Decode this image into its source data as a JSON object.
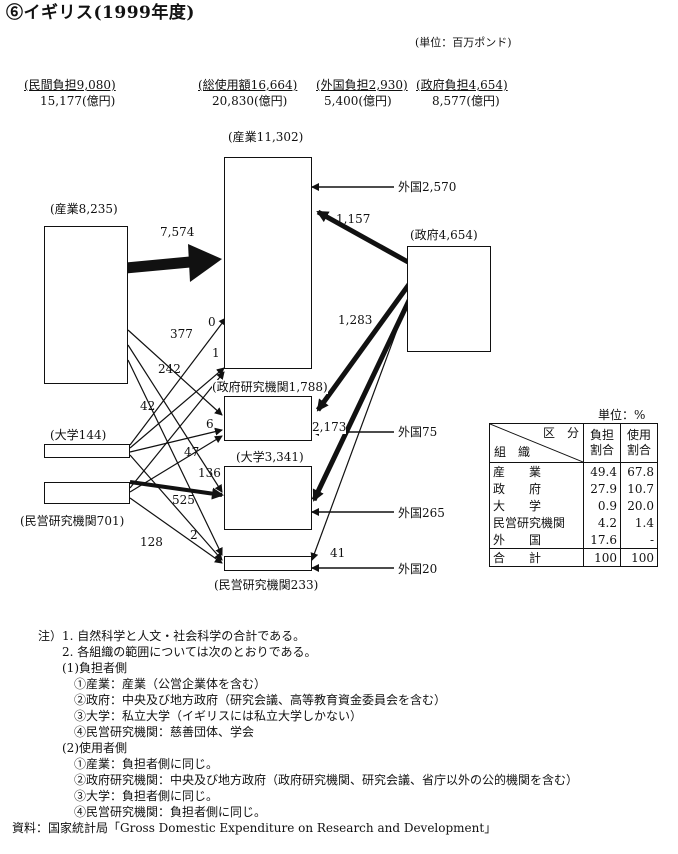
{
  "title": "⑥イギリス(1999年度)",
  "unit_top": "(単位：百万ポンド)",
  "header": {
    "private_label": "(民間負担9,080)",
    "private_yen": "15,177(億円)",
    "total_label": "(総使用額16,664)",
    "total_yen": "20,830(億円)",
    "foreign_label": "(外国負担2,930)",
    "foreign_yen": "5,400(億円)",
    "gov_label": "(政府負担4,654)",
    "gov_yen": "8,577(億円)"
  },
  "nodes": {
    "industry_src": "(産業8,235)",
    "university_src": "(大学144)",
    "private_src": "(民営研究機関701)",
    "government_src": "(政府4,654)",
    "industry_use": "(産業11,302)",
    "gov_research_use": "(政府研究機関1,788)",
    "university_use": "(大学3,341)",
    "private_use": "(民営研究機関233)"
  },
  "foreign": {
    "to_industry": "外国2,570",
    "to_gov_research": "外国75",
    "to_university": "外国265",
    "to_private": "外国20"
  },
  "flows": {
    "ind_to_ind": "7,574",
    "gov_to_ind": "1,157",
    "gov_to_univ": "1,283",
    "gov_to_govres": "2,173",
    "gov_to_priv": "41",
    "ind_to_govres": "377",
    "ind_to_univ": "242",
    "ind_to_priv": "42",
    "univ_to_ind": "0",
    "univ_to_govres": "1",
    "univ_to_univ": "6",
    "univ_to_priv": "47",
    "priv_to_ind": "136",
    "priv_to_govres": "525",
    "priv_to_univ": "2",
    "priv_to_priv": "128"
  },
  "share_table": {
    "unit": "単位：%",
    "header_kubun": "区　分",
    "header_soshiki": "組　織",
    "col1": "負担\n割合",
    "col2": "使用\n割合",
    "rows": [
      {
        "label": "産　　業",
        "burden": "49.4",
        "use": "67.8"
      },
      {
        "label": "政　　府",
        "burden": "27.9",
        "use": "10.7"
      },
      {
        "label": "大　　学",
        "burden": "0.9",
        "use": "20.0"
      },
      {
        "label": "民営研究機関",
        "burden": "4.2",
        "use": "1.4"
      },
      {
        "label": "外　　国",
        "burden": "17.6",
        "use": "-"
      }
    ],
    "total": {
      "label": "合　　計",
      "burden": "100",
      "use": "100"
    }
  },
  "notes": [
    "注）1. 自然科学と人文・社会科学の合計である。",
    "　　2. 各組織の範囲については次のとおりである。",
    "　　(1)負担者側",
    "　　　①産業：産業（公営企業体を含む）",
    "　　　②政府：中央及び地方政府（研究会議、高等教育資金委員会を含む）",
    "　　　③大学：私立大学（イギリスには私立大学しかない）",
    "　　　④民営研究機関：慈善団体、学会",
    "　　(2)使用者側",
    "　　　①産業：負担者側に同じ。",
    "　　　②政府研究機関：中央及び地方政府（政府研究機関、研究会議、省庁以外の公的機関を含む）",
    "　　　③大学：負担者側に同じ。",
    "　　　④民営研究機関：負担者側に同じ。",
    "資料：国家統計局「Gross Domestic Expenditure on Research and Development」"
  ]
}
